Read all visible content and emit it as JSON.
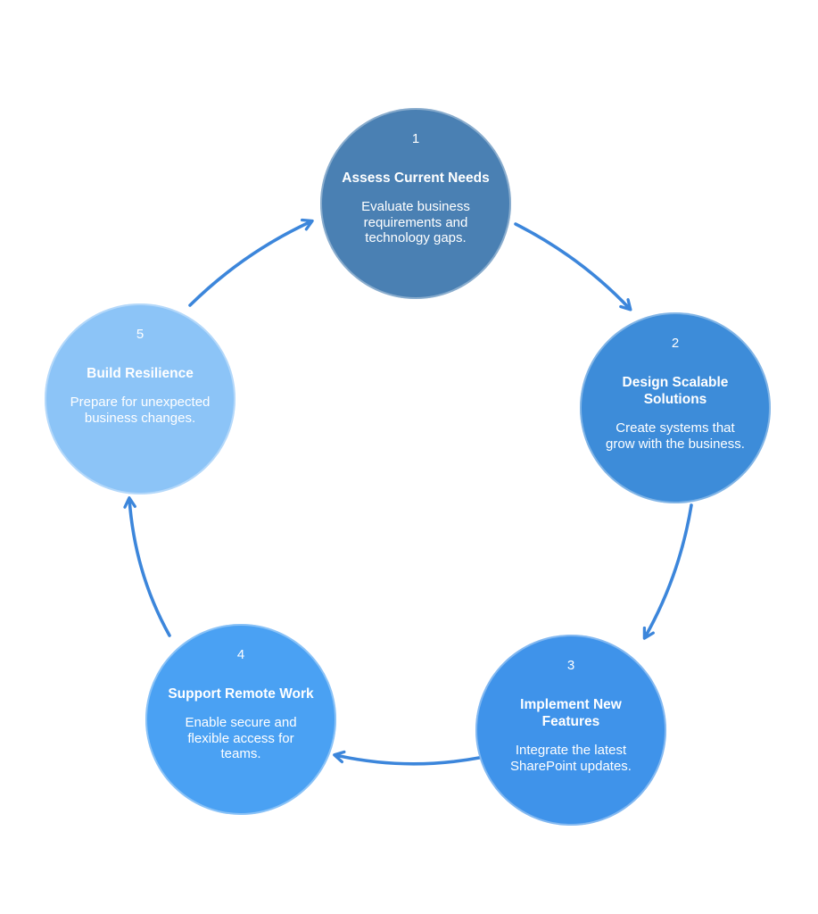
{
  "diagram": {
    "background_color": "#ffffff",
    "text_color": "#ffffff",
    "arrow_color": "#3c86db",
    "flow": "clockwise",
    "steps": [
      {
        "number": "1",
        "title": "Assess Current Needs",
        "description": "Evaluate business\nrequirements and\ntechnology gaps.",
        "color": "#4a80b3"
      },
      {
        "number": "2",
        "title": "Design Scalable\nSolutions",
        "description": "Create systems that\ngrow with the business.",
        "color": "#3d8cd9"
      },
      {
        "number": "3",
        "title": "Implement New\nFeatures",
        "description": "Integrate the latest\nSharePoint updates.",
        "color": "#3f93ea"
      },
      {
        "number": "4",
        "title": "Support Remote Work",
        "description": "Enable secure and\nflexible access for\nteams.",
        "color": "#4aa1f3"
      },
      {
        "number": "5",
        "title": "Build Resilience",
        "description": "Prepare for unexpected\nbusiness changes.",
        "color": "#8cc4f7"
      }
    ]
  }
}
